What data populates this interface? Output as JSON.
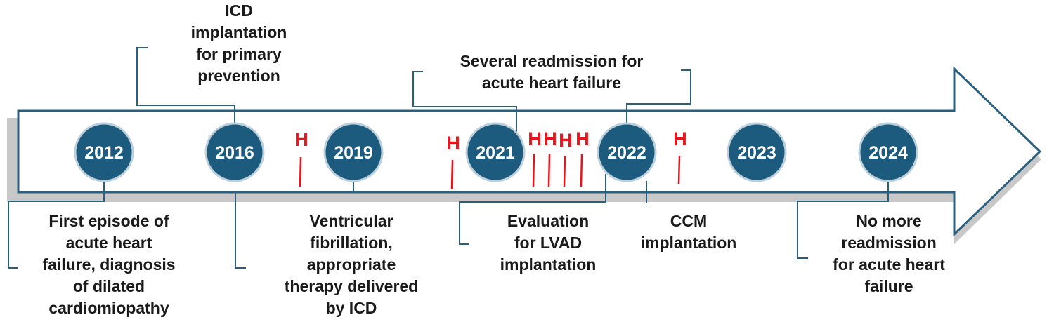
{
  "colors": {
    "arrow_stroke": "#2a5f7e",
    "node_fill": "#1c5b7d",
    "node_stroke": "#bcd0dc",
    "hospitalization": "#e8141b",
    "connector": "#2a5f7e"
  },
  "years": [
    "2012",
    "2016",
    "2019",
    "2021",
    "2022",
    "2023",
    "2024"
  ],
  "hospitalization_marker": "H",
  "hospitalization_count": 7,
  "events": {
    "first_episode": "First episode of\nacute heart\nfailure, diagnosis\nof  dilated\ncardiomiopathy",
    "icd_implantation": "ICD\nimplantation\nfor primary\nprevention",
    "ventricular_fibrillation": "Ventricular\nfibrillation,\nappropriate\ntherapy delivered\nby ICD",
    "readmissions": "Several readmission for\nacute heart failure",
    "lvad_evaluation": "Evaluation\nfor LVAD\nimplantation",
    "ccm_implantation": "CCM\nimplantation",
    "no_readmission": "No more\nreadmission\nfor acute heart\nfailure"
  }
}
